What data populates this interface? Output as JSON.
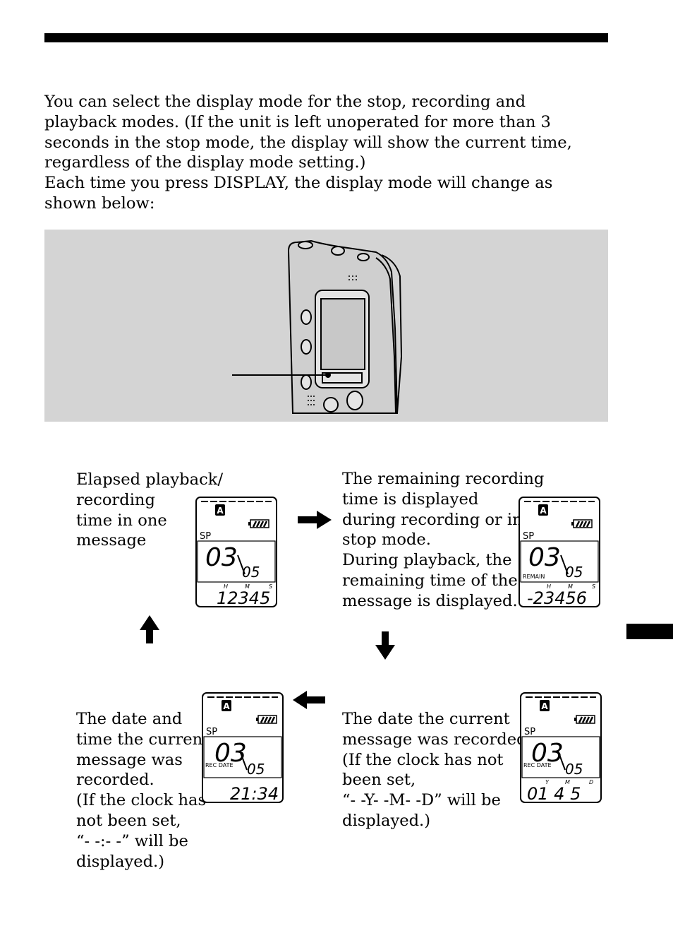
{
  "intro": {
    "paragraph1": "You can select the display mode for the stop, recording and playback modes. (If the unit is left unoperated for more than 3 seconds in the stop mode, the display will show the current time, regardless of the display mode setting.)",
    "paragraph2": "Each time you press DISPLAY, the display mode will change as shown below:"
  },
  "modes": [
    {
      "caption_lines": [
        "Elapsed playback/",
        "recording",
        "time in one",
        "message"
      ],
      "lcd": {
        "folder": "A",
        "mode": "SP",
        "big_num": "03",
        "small_num": "05",
        "sub_label": "",
        "unit_labels": [
          "H",
          "M",
          "S"
        ],
        "value": "12345"
      }
    },
    {
      "caption_lines": [
        "The remaining recording",
        "time is displayed",
        "during recording or in",
        "stop mode.",
        "During playback, the",
        "remaining time of the",
        "message is displayed."
      ],
      "lcd": {
        "folder": "A",
        "mode": "SP",
        "big_num": "03",
        "small_num": "05",
        "sub_label": "REMAIN",
        "unit_labels": [
          "H",
          "M",
          "S"
        ],
        "value": "-23456"
      }
    },
    {
      "caption_lines": [
        "The date the current",
        "message was recorded.",
        "(If the clock has not",
        "been set,",
        "“- -Y- -M- -D” will be",
        "displayed.)"
      ],
      "lcd": {
        "folder": "A",
        "mode": "SP",
        "big_num": "03",
        "small_num": "05",
        "sub_label": "REC DATE",
        "unit_labels": [
          "Y",
          "M",
          "D"
        ],
        "value": "01 4 5"
      }
    },
    {
      "caption_lines": [
        "The date and",
        "time the current",
        "message was",
        "recorded.",
        "(If the clock has",
        "not been set,",
        "“- -:- -” will be",
        "displayed.)"
      ],
      "lcd": {
        "folder": "A",
        "mode": "SP",
        "big_num": "03",
        "small_num": "05",
        "sub_label": "REC DATE",
        "unit_labels": [],
        "value": "21:34"
      }
    }
  ],
  "colors": {
    "illustration_bg": "#d4d4d4",
    "ink": "#000000"
  }
}
